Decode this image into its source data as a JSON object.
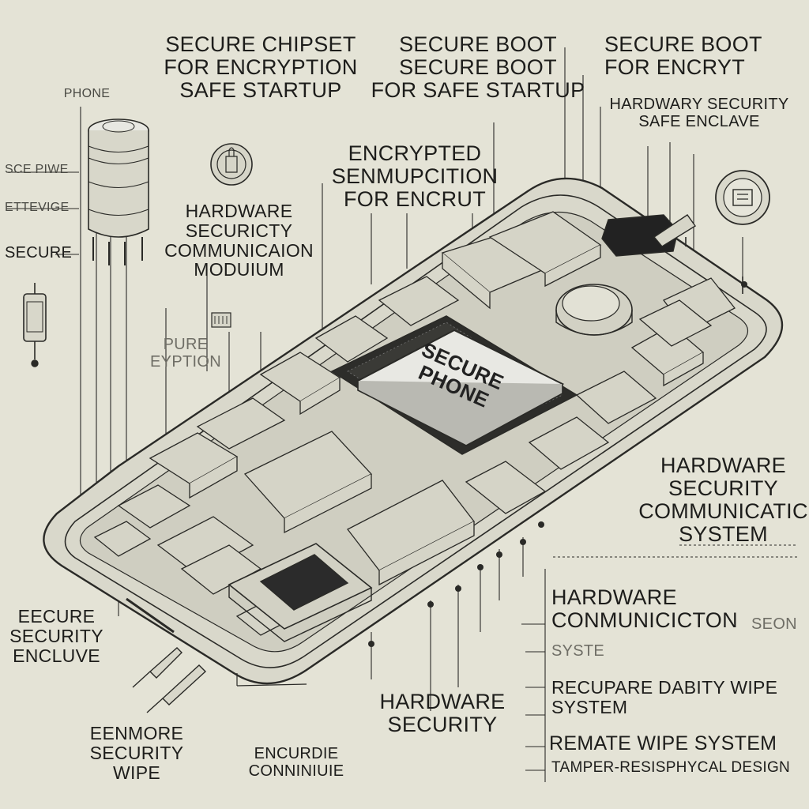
{
  "title": "",
  "chip_label": "SECURE\nPHONE",
  "labels": {
    "top_left_chipset": "SECURE CHIPSET\nFOR ENCRYPTION\nSAFE STARTUP",
    "top_center_boot": "SECURE BOOT\nSECURE BOOT\nFOR SAFE STARTUP",
    "top_right_boot": "SECURE BOOT\nFOR ENCRYT",
    "top_right_enclave": "HARDWARY SECURITY\nSAFE ENCLAVE",
    "phone_small": "PHONE",
    "left_scale_1": "SCE PIWE",
    "left_scale_2": "ETTEVIGE",
    "left_secure": "SECURE",
    "encrypted_comm": "ENCRYPTED\nSENMUPCITION\nFOR ENCRUT",
    "hw_comm_module": "HARDWARE\nSECURICTY\nCOMMUNICAION\nMODUIUM",
    "pure_encryption": "PURE\nEYPTION",
    "right_hw_comm_system": "HARDWARE\nSECURITY\nCOMMUNICATIC\nSYSTEM",
    "right_hw_conn": "HARDWARE\nCONMUNICICTON",
    "right_hw_conn_faint": "SEON",
    "right_hw_conn_sys": "SYSTE",
    "right_recupare": "RECUPARE DABITY WIPE\nSYSTEM",
    "right_remote_wipe": "REMATE  WIPE SYSTEM",
    "right_tamper": "TAMPER-RESISPHYCAL DESIGN",
    "left_enclave": "EECURE\nSECURITY\nENCLUVE",
    "bottom_center_hw": "HARDWARE\nSECURITY",
    "bottom_left_wipe": "EENMORE\nSECURITY\nWIPE",
    "bottom_center_comm": "ENCURDIE\nCONNINIUIE"
  },
  "icons": [
    "fuse-component-icon",
    "lock-badge-icon",
    "secure-emblem-icon",
    "pendant-connector-icon",
    "fingerprint-chip-icon",
    "stylus-probe-icon"
  ],
  "colors": {
    "background": "#e4e3d6",
    "ink": "#1d1d1b",
    "chip": "#dcdcd6",
    "dark_chip": "#2b2b2b"
  }
}
